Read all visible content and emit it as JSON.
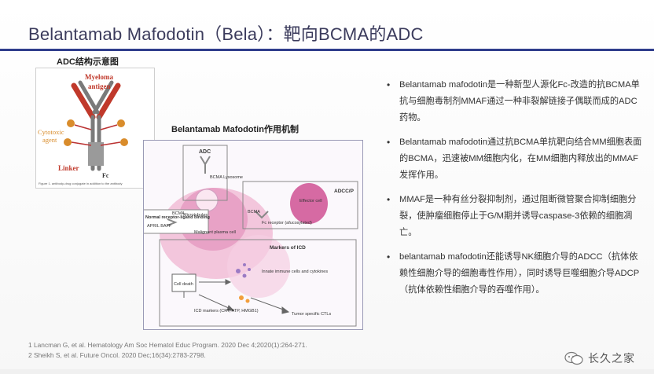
{
  "title": "Belantamab Mafodotin（Bela）：靶向BCMA的ADC",
  "figure1": {
    "caption": "ADC结构示意图",
    "labels": {
      "myeloma": "Myeloma",
      "antigen": "antigen",
      "cytotoxic": "Cytotoxic",
      "agent": "agent",
      "linker": "Linker",
      "fc": "Fc",
      "figure_note": "Figure 1. antibody-drug conjugate in addition to the antibody"
    }
  },
  "figure2": {
    "caption": "Belantamab Mafodotin作用机制",
    "labels": {
      "adc": "ADC",
      "bcma_lysosome": "BCMA Lysosome",
      "microtubules": "Microtubules",
      "malignant": "Malignant plasma cell",
      "normal_receptor": "Normal receptor-ligand binding",
      "april_baff": "APRIL BAFF",
      "bcma_left": "BCMA",
      "bcma_right": "BCMA",
      "adcc_p": "ADCC/P",
      "effector": "Effector cell",
      "fc_receptor": "Fc receptor (afucosylated)",
      "markers_icd": "Markers of ICD",
      "cell_death": "Cell death",
      "innate": "Innate immune cells and cytokines",
      "icd_markers": "ICD markers (CRT, ATP, HMGB1)",
      "tumor_ctl": "Tumor specific CTLs"
    }
  },
  "bullets": [
    "Belantamab mafodotin是一种新型人源化Fc-改造的抗BCMA单抗与细胞毒制剂MMAF通过一种非裂解链接子偶联而成的ADC药物。",
    "Belantamab mafodotin通过抗BCMA单抗靶向结合MM细胞表面的BCMA，迅速被MM细胞内化，在MM细胞内释放出的MMAF发挥作用。",
    "MMAF是一种有丝分裂抑制剂，通过阻断微管聚合抑制细胞分裂，使肿瘤细胞停止于G/M期并诱导caspase-3依赖的细胞凋亡。",
    "belantamab mafodotin还能诱导NK细胞介导的ADCC（抗体依赖性细胞介导的细胞毒性作用），同时诱导巨噬细胞介导ADCP（抗体依赖性细胞介导的吞噬作用）。"
  ],
  "references": [
    "1 Lancman G, et al. Hematology Am Soc Hematol Educ Program. 2020 Dec 4;2020(1):264-271.",
    "2 Sheikh S, et al. Future Oncol. 2020 Dec;16(34):2783-2798."
  ],
  "watermark": "长久之家",
  "colors": {
    "title_text": "#3b3b5c",
    "title_rule": "#2f3d8c",
    "antibody_red": "#c0392b",
    "cytotoxic_orange": "#d98c2b",
    "cell_pink": "#e07fb4"
  }
}
